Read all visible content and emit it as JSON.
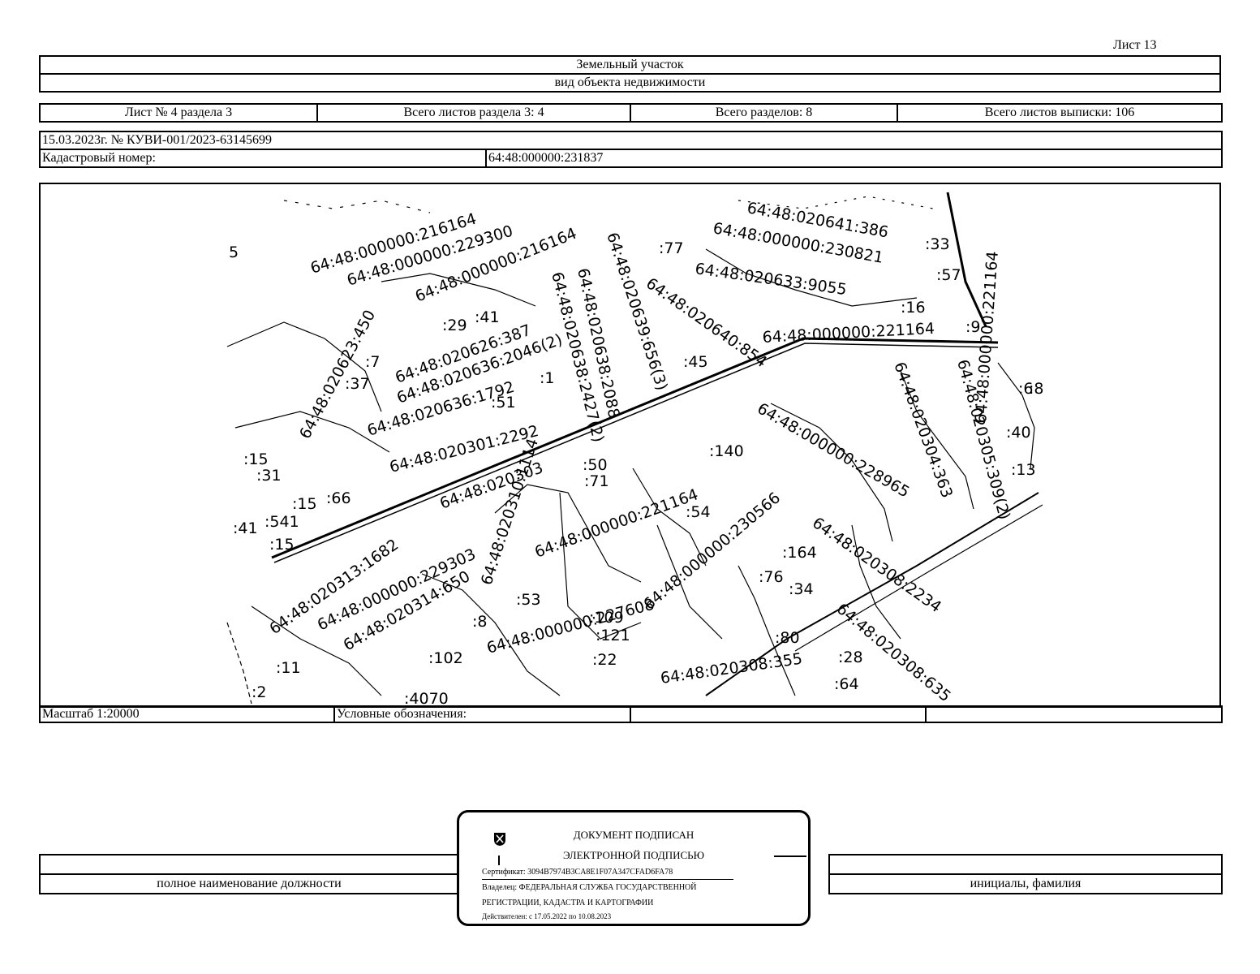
{
  "sheet_number": "Лист 13",
  "object": {
    "type": "Земельный участок",
    "type_caption": "вид объекта недвижимости"
  },
  "section_info": {
    "sheet_of_section": "Лист № 4 раздела 3",
    "total_section_sheets": "Всего листов раздела 3: 4",
    "total_sections": "Всего разделов: 8",
    "total_extract_sheets": "Всего листов выписки: 106"
  },
  "extract": {
    "date_number": "15.03.2023г. № КУВИ-001/2023-63145699",
    "cadastral_label": "Кадастровый номер:",
    "cadastral_number": "64:48:000000:231837"
  },
  "map": {
    "labels": [
      {
        "text": "5",
        "rot": 0
      },
      {
        "text": "64:48:000000:216164",
        "rot": -17
      },
      {
        "text": "64:48:000000:229300",
        "rot": -17
      },
      {
        "text": "64:48:000000:216164",
        "rot": -22
      },
      {
        "text": "64:48:020623:450",
        "rot": -62
      },
      {
        "text": ":29",
        "rot": 0
      },
      {
        "text": ":41",
        "rot": 0
      },
      {
        "text": "64:48:020626:387",
        "rot": -20
      },
      {
        "text": ":7",
        "rot": 0
      },
      {
        "text": ":37",
        "rot": 0
      },
      {
        "text": "64:48:020636:2046(2)",
        "rot": -20
      },
      {
        "text": ":1",
        "rot": 0
      },
      {
        "text": ":51",
        "rot": 0
      },
      {
        "text": "64:48:020636:1792",
        "rot": -17
      },
      {
        "text": "64:48:020638:2427(2)",
        "rot": 76
      },
      {
        "text": "64:48:020638:2088",
        "rot": 78
      },
      {
        "text": "64:48:020639:656(3)",
        "rot": 72
      },
      {
        "text": ":77",
        "rot": 0
      },
      {
        "text": "64:48:020640:854",
        "rot": 35
      },
      {
        "text": ":45",
        "rot": 0
      },
      {
        "text": "64:48:020641:386",
        "rot": 10
      },
      {
        "text": "64:48:000000:230821",
        "rot": 10
      },
      {
        "text": "64:48:020633:9055",
        "rot": 8
      },
      {
        "text": ":33",
        "rot": 0
      },
      {
        "text": ":57",
        "rot": 0
      },
      {
        "text": ":16",
        "rot": 0
      },
      {
        "text": "64:48:000000:221164",
        "rot": -3
      },
      {
        "text": ":9",
        "rot": 0
      },
      {
        "text": "64:48:000000:221164",
        "rot": -86
      },
      {
        "text": ":15",
        "rot": 0
      },
      {
        "text": ":31",
        "rot": 0
      },
      {
        "text": ":15",
        "rot": 0
      },
      {
        "text": ":66",
        "rot": 0
      },
      {
        "text": ":41",
        "rot": 0
      },
      {
        "text": ":541",
        "rot": 0
      },
      {
        "text": ":15",
        "rot": 0
      },
      {
        "text": "64:48:020301:2292",
        "rot": -14
      },
      {
        "text": "64:48:020303",
        "rot": -20
      },
      {
        "text": ":50",
        "rot": 0
      },
      {
        "text": ":71",
        "rot": 0
      },
      {
        "text": ":140",
        "rot": 0
      },
      {
        "text": "64:48:000000:228965",
        "rot": 30
      },
      {
        "text": "64:48:020304:363",
        "rot": 70
      },
      {
        "text": "64:48:020305:309(2)",
        "rot": 75
      },
      {
        "text": ":6",
        "rot": 0
      },
      {
        "text": ":8",
        "rot": 0
      },
      {
        "text": ":40",
        "rot": 0
      },
      {
        "text": ":13",
        "rot": 0
      },
      {
        "text": "64:48:020313:1682",
        "rot": -35
      },
      {
        "text": "64:48:000000:229303",
        "rot": -25
      },
      {
        "text": "64:48:020314:650",
        "rot": -30
      },
      {
        "text": "64:48:020310:1114",
        "rot": -72
      },
      {
        "text": "64:48:000000:221164",
        "rot": -20
      },
      {
        "text": ":54",
        "rot": 0
      },
      {
        "text": "64:48:000000:230566",
        "rot": -40
      },
      {
        "text": "64:48:020308:2234",
        "rot": 35
      },
      {
        "text": ":164",
        "rot": 0
      },
      {
        "text": ":76",
        "rot": 0
      },
      {
        "text": ":34",
        "rot": 0
      },
      {
        "text": ":53",
        "rot": 0
      },
      {
        "text": "64:48:000000:227608",
        "rot": -15
      },
      {
        "text": ":8",
        "rot": 0
      },
      {
        "text": ":109",
        "rot": 0
      },
      {
        "text": ":121",
        "rot": 0
      },
      {
        "text": ":102",
        "rot": 0
      },
      {
        "text": ":22",
        "rot": 0
      },
      {
        "text": ":80",
        "rot": 0
      },
      {
        "text": "64:48:020308:355",
        "rot": -8
      },
      {
        "text": ":28",
        "rot": 0
      },
      {
        "text": "64:48:020308:635",
        "rot": 40
      },
      {
        "text": ":64",
        "rot": 0
      },
      {
        "text": ":11",
        "rot": 0
      },
      {
        "text": ":2",
        "rot": 0
      },
      {
        "text": ":4070",
        "rot": 0
      }
    ]
  },
  "legend": {
    "scale": "Масштаб 1:20000",
    "legend_label": "Условные обозначения:"
  },
  "signature": {
    "position_caption": "полное наименование должности",
    "name_caption": "инициалы, фамилия"
  },
  "stamp": {
    "title_line1": "ДОКУМЕНТ ПОДПИСАН",
    "title_line2": "ЭЛЕКТРОННОЙ ПОДПИСЬЮ",
    "certificate": "Сертификат: 3094B7974B3CA8E1F07A347CFAD6FA78",
    "owner_line1": "Владелец: ФЕДЕРАЛЬНАЯ СЛУЖБА ГОСУДАРСТВЕННОЙ",
    "owner_line2": "РЕГИСТРАЦИИ, КАДАСТРА И КАРТОГРАФИИ",
    "validity": "Действителен: с 17.05.2022 по 10.08.2023"
  }
}
